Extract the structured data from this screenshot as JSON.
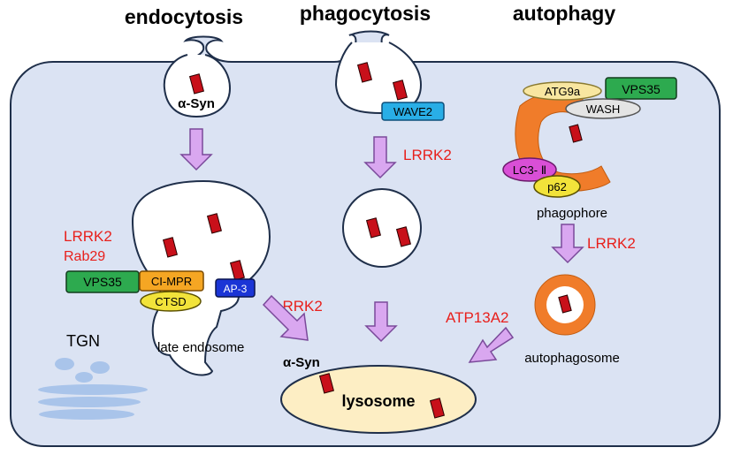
{
  "titles": {
    "endocytosis": "endocytosis",
    "phagocytosis": "phagocytosis",
    "autophagy": "autophagy"
  },
  "labels": {
    "asyn_top": "α-Syn",
    "asyn_bottom": "α-Syn",
    "wave2": "WAVE2",
    "lrrk2_phago": "LRRK2",
    "lrrk2_endo": "LRRK2",
    "rab29": "Rab29",
    "vps35_endo": "VPS35",
    "ci_mpr": "CI-MPR",
    "ctsd": "CTSD",
    "ap3": "AP-3",
    "lrrk2_ap3": "LRRK2",
    "tgn": "TGN",
    "late_endosome": "late endosome",
    "lysosome": "lysosome",
    "atg9a": "ATG9a",
    "vps35_auto": "VPS35",
    "wash": "WASH",
    "lc3": "LC3- Ⅱ",
    "p62": "p62",
    "phagophore": "phagophore",
    "lrrk2_auto": "LRRK2",
    "atp13a2": "ATP13A2",
    "autophagosome": "autophagosome"
  },
  "colors": {
    "cell_fill": "#dbe3f3",
    "cell_stroke": "#1f2f4a",
    "red_text": "#e8201c",
    "arrow_fill": "#d9a7f0",
    "arrow_stroke": "#7a4a9a",
    "vps35": "#2daa4f",
    "cimpr": "#f5a623",
    "ctsd": "#f2e33a",
    "ap3": "#1b35d6",
    "wave2": "#29aee6",
    "phagophore": "#f07c2a",
    "lc3": "#d94fd6",
    "lysosome": "#fdeec4",
    "tgn": "#a9c4ea"
  }
}
